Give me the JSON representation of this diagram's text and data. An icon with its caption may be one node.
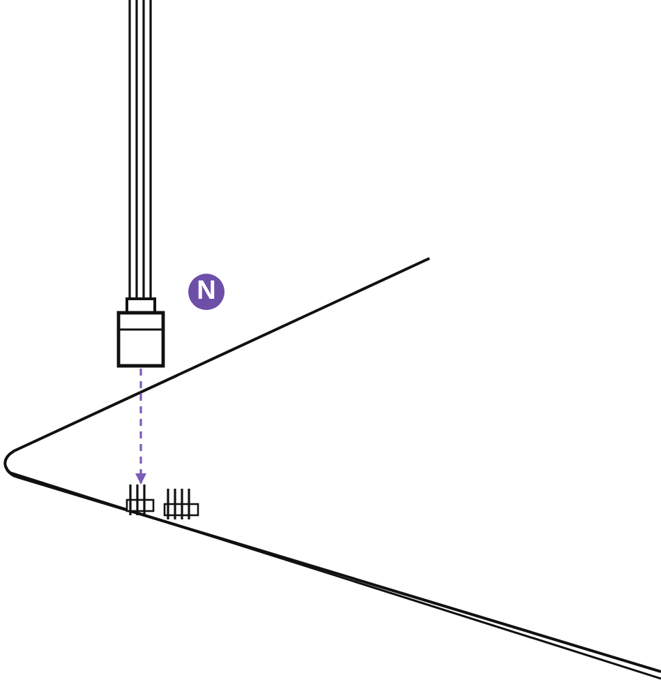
{
  "diagram": {
    "nodes": [
      {
        "text": [],
        "shape": "picture"
      },
      {
        "text": [],
        "shape": "picture"
      }
    ],
    "edges": [
      {
        "from": 0,
        "to": 1,
        "arrow": "to",
        "style": "dashed",
        "color": "#7b5cb8"
      }
    ],
    "labels": [
      "N"
    ]
  }
}
